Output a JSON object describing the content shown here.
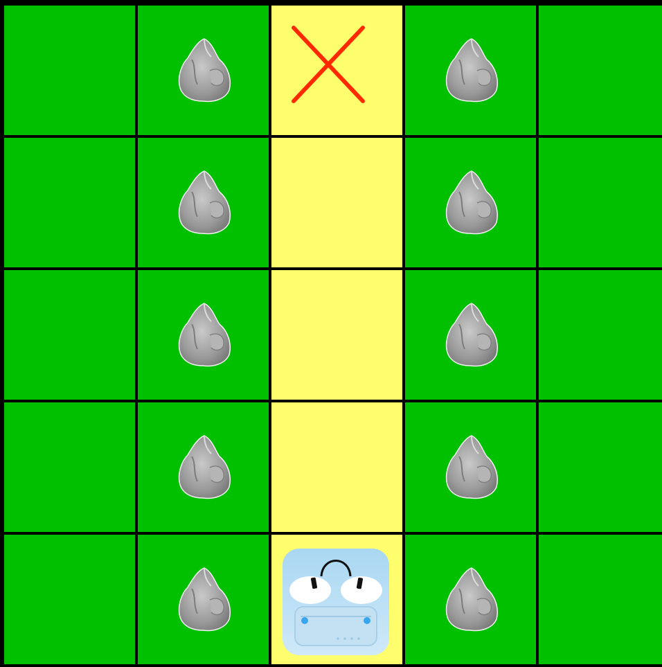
{
  "board": {
    "rows": 5,
    "cols": 5,
    "colors": {
      "grass": "#00c000",
      "path": "#ffff6e",
      "grid_line": "#000000",
      "target_mark": "#ff2a00"
    },
    "cells": [
      [
        "grass",
        "rock",
        "target",
        "rock",
        "grass"
      ],
      [
        "grass",
        "rock",
        "path",
        "rock",
        "grass"
      ],
      [
        "grass",
        "rock",
        "path",
        "rock",
        "grass"
      ],
      [
        "grass",
        "rock",
        "path",
        "rock",
        "grass"
      ],
      [
        "grass",
        "rock",
        "robot",
        "rock",
        "grass"
      ]
    ],
    "icons": {
      "rock": "rock-icon",
      "target": "target-x-icon",
      "robot": "robot-icon"
    }
  }
}
